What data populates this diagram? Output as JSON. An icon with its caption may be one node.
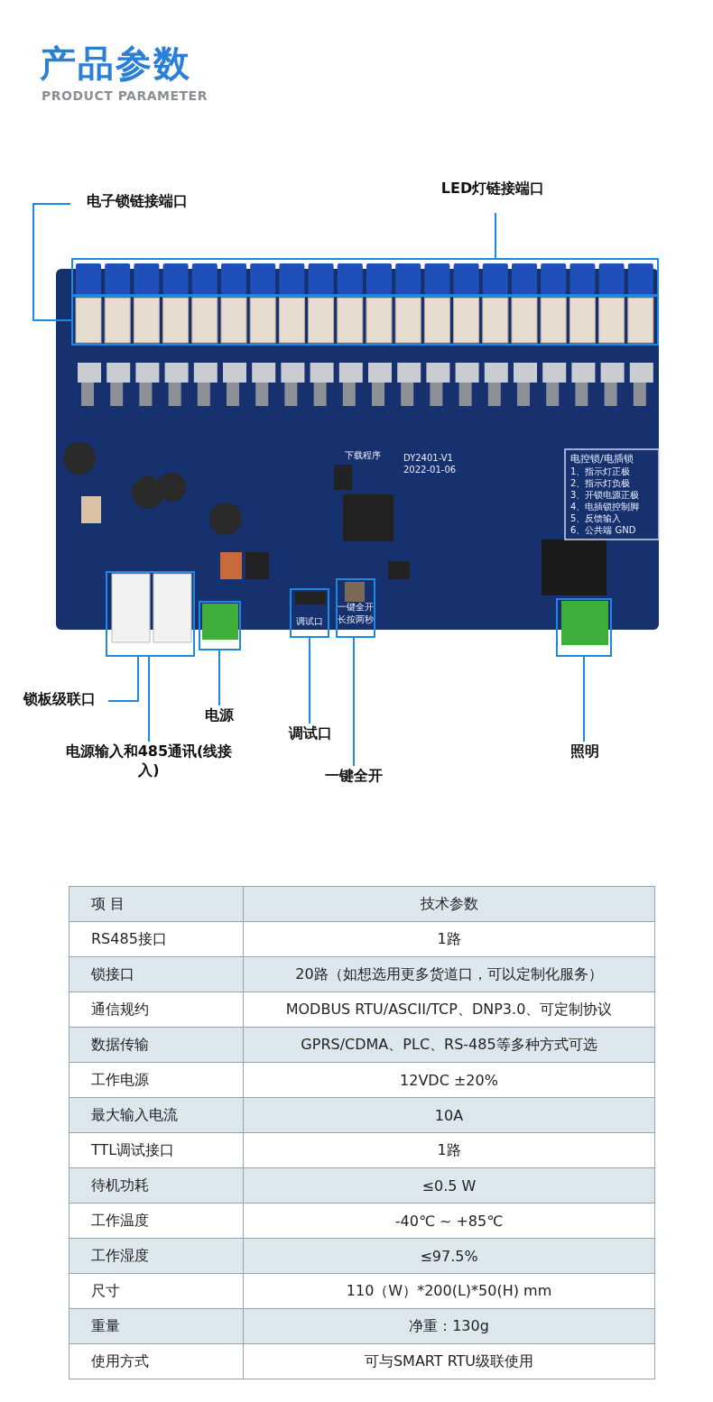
{
  "diagram": {
    "title": "产品参数",
    "nodes": [
      {
        "text": [
          "电子锁链接端口"
        ]
      },
      {
        "text": [
          "LED灯链接端口"
        ]
      },
      {
        "text": [],
        "shape": "box"
      },
      {
        "text": [],
        "shape": "box"
      },
      {
        "text": [],
        "shape": "box"
      },
      {
        "text": [],
        "shape": "box"
      },
      {
        "text": [],
        "shape": "box"
      },
      {
        "text": [],
        "shape": "box"
      },
      {
        "text": [],
        "shape": "box"
      },
      {
        "text": [
          "锁板级联口"
        ]
      },
      {
        "text": [
          "电源"
        ]
      },
      {
        "text": [
          "调试口"
        ]
      },
      {
        "text": [
          "电源输入和485通讯(线接入)"
        ]
      },
      {
        "text": [
          "照明"
        ]
      },
      {
        "text": [
          "一键全开"
        ]
      }
    ],
    "edges": [
      {
        "from": 0,
        "to": 3,
        "arrow": "none"
      },
      {
        "from": 1,
        "to": 2,
        "arrow": "none"
      },
      {
        "from": 9,
        "to": 4,
        "arrow": "none"
      },
      {
        "from": 10,
        "to": 5,
        "arrow": "none"
      },
      {
        "from": 11,
        "to": 6,
        "arrow": "none"
      },
      {
        "from": 12,
        "to": 4,
        "arrow": "none"
      },
      {
        "from": 13,
        "to": 8,
        "arrow": "none"
      },
      {
        "from": 14,
        "to": 7,
        "arrow": "none"
      }
    ],
    "labels": [
      "PRODUCT PARAMETER",
      "下载程序",
      "DY2401-V1",
      "2022-01-06",
      "电控锁/电插锁",
      "1、指示灯正极",
      "2、指示灯负极",
      "3、开锁电源正极",
      "4、电插锁控制脚",
      "5、反馈输入",
      "6、公共端 GND",
      "调试口",
      "一键全开",
      "长按两秒",
      "项 目",
      "技术参数",
      "RS485接口",
      "1路",
      "锁接口",
      "20路（如想选用更多货道口，可以定制化服务）",
      "通信规约",
      "MODBUS RTU/ASCII/TCP、DNP3.0、可定制协议",
      "数据传输",
      "GPRS/CDMA、PLC、RS-485等多种方式可选",
      "工作电源",
      "12VDC ±20%",
      "最大输入电流",
      "10A",
      "TTL调试接口",
      "1路",
      "待机功耗",
      "≤0.5 W",
      "工作温度",
      "-40℃ ~ +85℃",
      "工作湿度",
      "≤97.5%",
      "尺寸",
      "110（W）*200(L)*50(H) mm",
      "重量",
      "净重：130g",
      "使用方式",
      "可与SMART RTU级联使用"
    ]
  }
}
